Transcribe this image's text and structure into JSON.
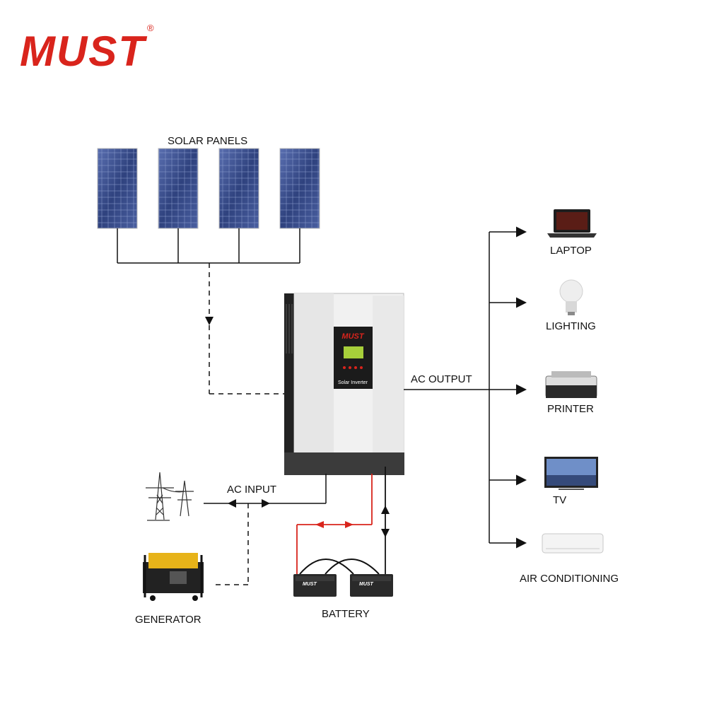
{
  "brand": {
    "name": "MUST",
    "registered": "®"
  },
  "labels": {
    "solar_panels": "SOLAR PANELS",
    "ac_output": "AC OUTPUT",
    "ac_input": "AC INPUT",
    "battery": "BATTERY",
    "generator": "GENERATOR",
    "laptop": "LAPTOP",
    "lighting": "LIGHTING",
    "printer": "PRINTER",
    "tv": "TV",
    "air_conditioning": "AIR CONDITIONING"
  },
  "inverter": {
    "logo": "MUST",
    "caption": "Solar Inverter"
  },
  "battery_unit": {
    "logo": "MUST"
  },
  "colors": {
    "brand_red": "#d9241c",
    "dc_line": "#d9241c",
    "ac_line": "#111111",
    "panel_blue": "#3a4f8f"
  }
}
